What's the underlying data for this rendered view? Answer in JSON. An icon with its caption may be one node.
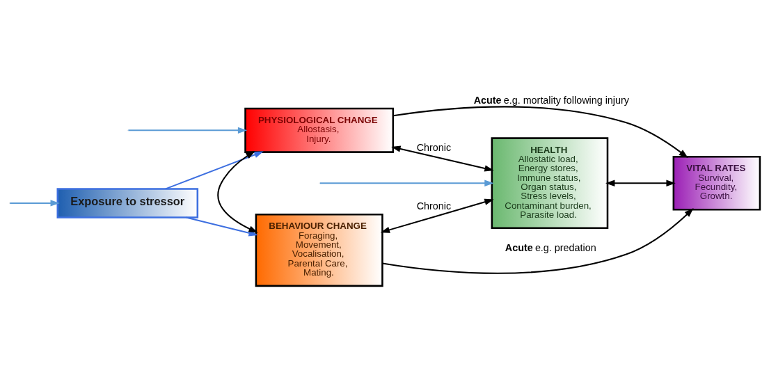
{
  "diagram": {
    "nodes": [
      {
        "text": [
          "Exposure to stressor"
        ]
      },
      {
        "text": [
          "PHYSIOLOGICAL CHANGE",
          "Allostasis, Injury."
        ]
      },
      {
        "text": [
          "HEALTH",
          "Allostatic load, Energy stores, Immune status, Organ status, Stress levels, Contaminant burden, Parasite load."
        ]
      },
      {
        "text": [
          "VITAL RATES",
          "Survival, Fecundity, Growth."
        ]
      },
      {
        "text": [
          "BEHAVIOUR CHANGE",
          "Foraging, Movement, Vocalisation, Parental Care, Mating."
        ]
      }
    ],
    "edges": [
      {
        "from": null,
        "to": 0,
        "arrow": "to",
        "color": "#5b9bd5"
      },
      {
        "from": null,
        "to": 1,
        "arrow": "to",
        "color": "#5b9bd5"
      },
      {
        "from": null,
        "to": 2,
        "arrow": "to",
        "color": "#5b9bd5"
      },
      {
        "from": 0,
        "to": 1,
        "arrow": "to",
        "color": "#3d6fe0"
      },
      {
        "from": 0,
        "to": 4,
        "arrow": "to",
        "color": "#3d6fe0"
      },
      {
        "from": 1,
        "to": 4,
        "arrow": "both"
      },
      {
        "from": 1,
        "to": 2,
        "arrow": "both",
        "label": "Chronic"
      },
      {
        "from": 4,
        "to": 2,
        "arrow": "both",
        "label": "Chronic"
      },
      {
        "from": 1,
        "to": 3,
        "arrow": "to",
        "label": "**Acute** e.g. mortality following injury"
      },
      {
        "from": 2,
        "to": 3,
        "arrow": "both"
      },
      {
        "from": 4,
        "to": 3,
        "arrow": "to",
        "label": "**Acute** e.g. predation"
      }
    ]
  }
}
